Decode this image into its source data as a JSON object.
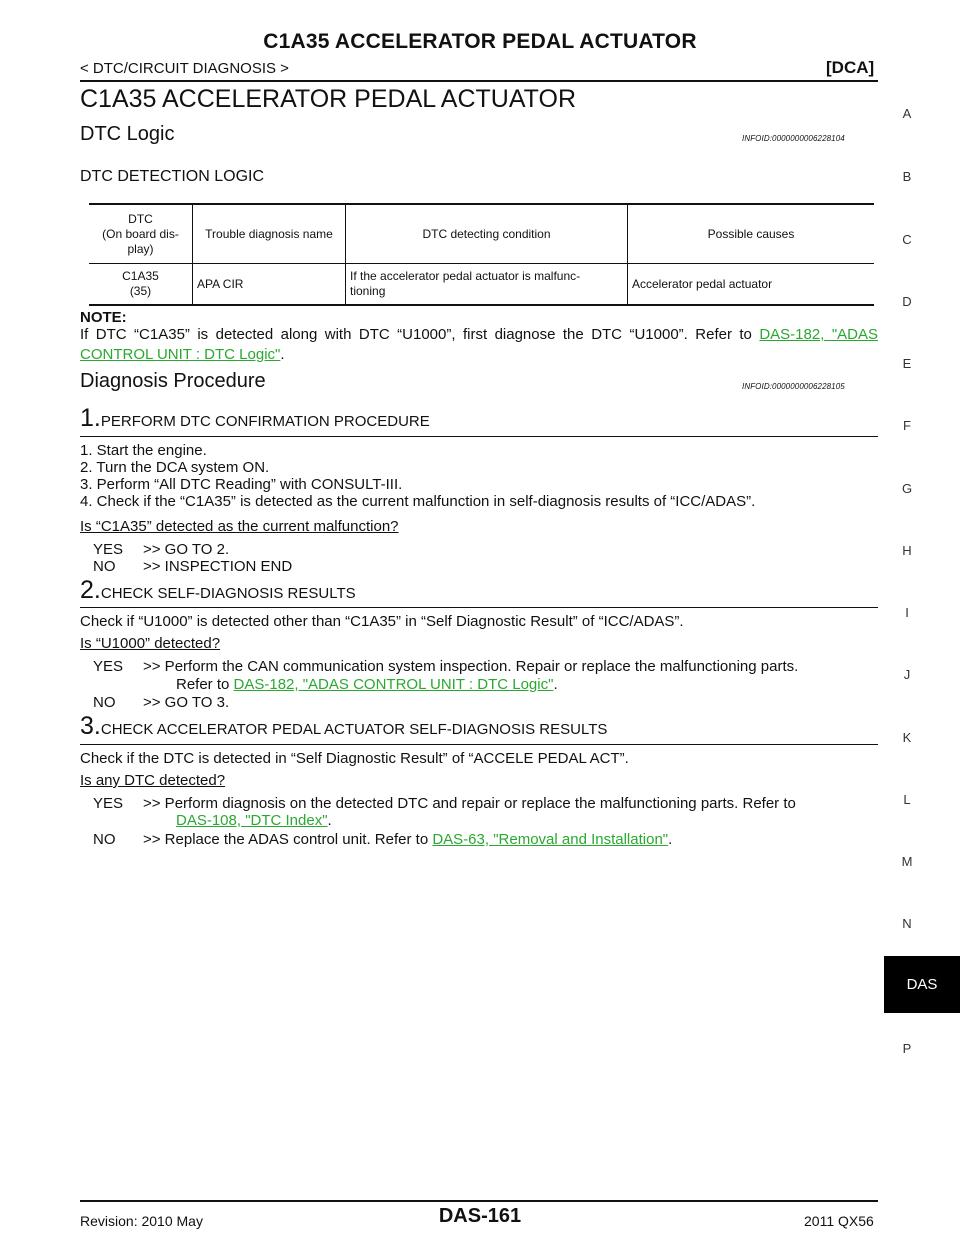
{
  "header": {
    "title": "C1A35 ACCELERATOR PEDAL ACTUATOR",
    "section": "< DTC/CIRCUIT DIAGNOSIS >",
    "model_code": "[DCA]"
  },
  "page_title": "C1A35 ACCELERATOR PEDAL ACTUATOR",
  "dtc_logic": {
    "heading": "DTC Logic",
    "infoid": "INFOID:0000000006228104",
    "subheading": "DTC DETECTION LOGIC",
    "table": {
      "headers": [
        "DTC\n(On board dis-\nplay)",
        "Trouble diagnosis name",
        "DTC detecting condition",
        "Possible causes"
      ],
      "rows": [
        [
          "C1A35\n(35)",
          "APA CIR",
          "If the accelerator pedal actuator is malfunc-\ntioning",
          "Accelerator pedal actuator"
        ]
      ]
    },
    "note_label": "NOTE:",
    "note_text": "If DTC “C1A35” is detected along with DTC “U1000”, first diagnose the DTC “U1000”. Refer to ",
    "note_link": "DAS-182, \"ADAS CONTROL UNIT : DTC Logic\"",
    "note_end": "."
  },
  "diagnosis": {
    "heading": "Diagnosis Procedure",
    "infoid": "INFOID:0000000006228105",
    "steps": [
      {
        "num": "1.",
        "title": "PERFORM DTC CONFIRMATION PROCEDURE",
        "lines": [
          "1. Start the engine.",
          "2. Turn the DCA system ON.",
          "3. Perform “All DTC Reading” with CONSULT-III.",
          "4. Check if the “C1A35” is detected as the current malfunction in self-diagnosis results of “ICC/ADAS”."
        ],
        "question": "Is “C1A35” detected as the current malfunction?",
        "answers": [
          {
            "key": "YES",
            "text": ">> GO TO 2."
          },
          {
            "key": "NO",
            "text": ">> INSPECTION END"
          }
        ]
      },
      {
        "num": "2.",
        "title": "CHECK SELF-DIAGNOSIS RESULTS",
        "lines": [
          "Check if “U1000” is detected other than “C1A35” in “Self Diagnostic Result” of “ICC/ADAS”."
        ],
        "question": "Is “U1000” detected?",
        "answers": [
          {
            "key": "YES",
            "text": ">> Perform the CAN communication system inspection. Repair or replace the malfunctioning parts.",
            "text2": "Refer to ",
            "link": "DAS-182, \"ADAS CONTROL UNIT : DTC Logic\"",
            "end": "."
          },
          {
            "key": "NO",
            "text": ">> GO TO 3."
          }
        ]
      },
      {
        "num": "3.",
        "title": "CHECK ACCELERATOR PEDAL ACTUATOR SELF-DIAGNOSIS RESULTS",
        "lines": [
          "Check if the DTC is detected in “Self Diagnostic Result” of “ACCELE PEDAL ACT”."
        ],
        "question": "Is any DTC detected?",
        "answers": [
          {
            "key": "YES",
            "text": ">> Perform diagnosis on the detected DTC and repair or replace the malfunctioning parts. Refer to",
            "link": "DAS-108, \"DTC Index\"",
            "end": "."
          },
          {
            "key": "NO",
            "text": ">> Replace the ADAS control unit. Refer to ",
            "link": "DAS-63, \"Removal and Installation\"",
            "end": "."
          }
        ]
      }
    ]
  },
  "side_index": [
    "A",
    "B",
    "C",
    "D",
    "E",
    "F",
    "G",
    "H",
    "I",
    "J",
    "K",
    "L",
    "M",
    "N",
    "P"
  ],
  "side_tab": "DAS",
  "footer": {
    "revision": "Revision: 2010 May",
    "page": "DAS-161",
    "model": "2011 QX56"
  }
}
